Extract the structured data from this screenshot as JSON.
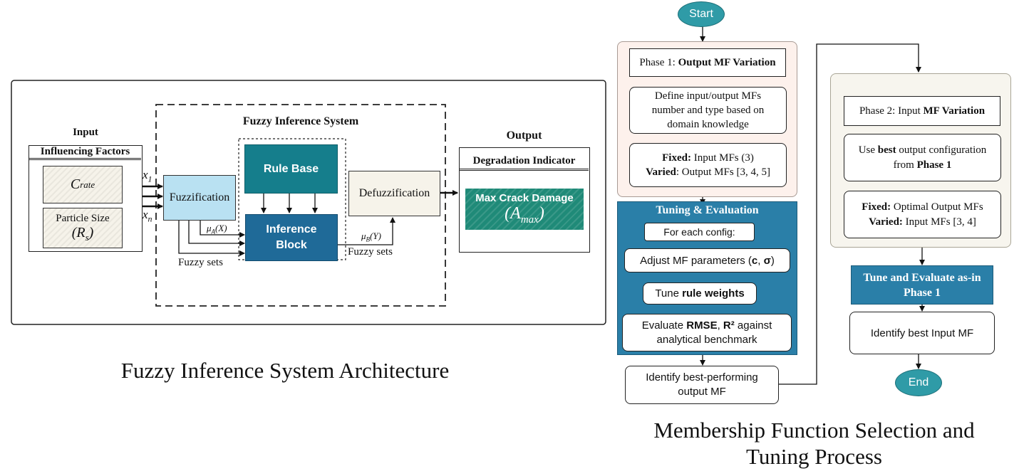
{
  "architecture": {
    "caption": "Fuzzy Inference System Architecture",
    "fis_title": "Fuzzy Inference System",
    "input": {
      "heading": "Input",
      "subheading": "Influencing Factors",
      "factor1": "C",
      "factor1_sub": "rate",
      "factor2_line1": "Particle Size",
      "factor2_sym": "R",
      "factor2_sub": "s"
    },
    "x1": "x",
    "x1_sub": "1",
    "xn": "x",
    "xn_sub": "n",
    "fuzzification": "Fuzzification",
    "rule_base": "Rule Base",
    "inference_block": "Inference Block",
    "defuzzification": "Defuzzification",
    "mu_a": "μ",
    "mu_a_sub": "A",
    "mu_a_arg": "(X)",
    "mu_b": "μ",
    "mu_b_sub": "B",
    "mu_b_arg": "(Y)",
    "fuzzy_sets_left": "Fuzzy sets",
    "fuzzy_sets_right": "Fuzzy sets",
    "output": {
      "heading": "Output",
      "subheading": "Degradation Indicator",
      "indicator": "Max Crack Damage",
      "indicator_sym": "A",
      "indicator_sub": "max"
    }
  },
  "flow": {
    "caption_line1": "Membership Function Selection and",
    "caption_line2": "Tuning Process",
    "start": "Start",
    "end": "End",
    "phase1": {
      "title_plain": "Phase 1:",
      "title_bold": "Output MF Variation",
      "define": "Define input/output MFs number and type based on domain knowledge",
      "fixed_label": "Fixed:",
      "fixed_value": "Input MFs (3)",
      "varied_label": "Varied",
      "varied_value": ": Output MFs [3, 4, 5]"
    },
    "tuning": {
      "title": "Tuning & Evaluation",
      "for_each": "For each config:",
      "adjust_plain": "Adjust MF parameters (",
      "adjust_c": "c",
      "adjust_sep": ", ",
      "adjust_sigma": "σ",
      "adjust_close": ")",
      "tune_plain": "Tune ",
      "tune_bold": "rule weights",
      "eval_plain": "Evaluate ",
      "eval_rmse": "RMSE",
      "eval_sep": ", ",
      "eval_r2": "R²",
      "eval_rest": " against analytical benchmark"
    },
    "identify_output": "Identify best-performing output MF",
    "phase2": {
      "title_plain": "Phase 2: Input ",
      "title_bold": "MF Variation",
      "use_plain": "Use ",
      "use_best": "best",
      "use_mid": " output configuration from ",
      "use_phase": "Phase 1",
      "fixed_label": "Fixed:",
      "fixed_value": " Optimal Output MFs",
      "varied_label": "Varied:",
      "varied_value": " Input MFs [3, 4]"
    },
    "tune_eval_phase1": "Tune and Evaluate as-in Phase 1",
    "identify_input": "Identify best Input MF"
  },
  "colors": {
    "teal": "#157e8c",
    "navy": "#1f6a98",
    "tuning_panel": "#2a7fa8",
    "fuzzification_fill": "#b9e1f2",
    "defuzz_fill": "#f6f3ea",
    "phase1_fill": "#fdf1ec",
    "phase2_fill": "#f7f5ee",
    "start_end": "#2f9ba7",
    "output_green": "#1f8a78"
  }
}
